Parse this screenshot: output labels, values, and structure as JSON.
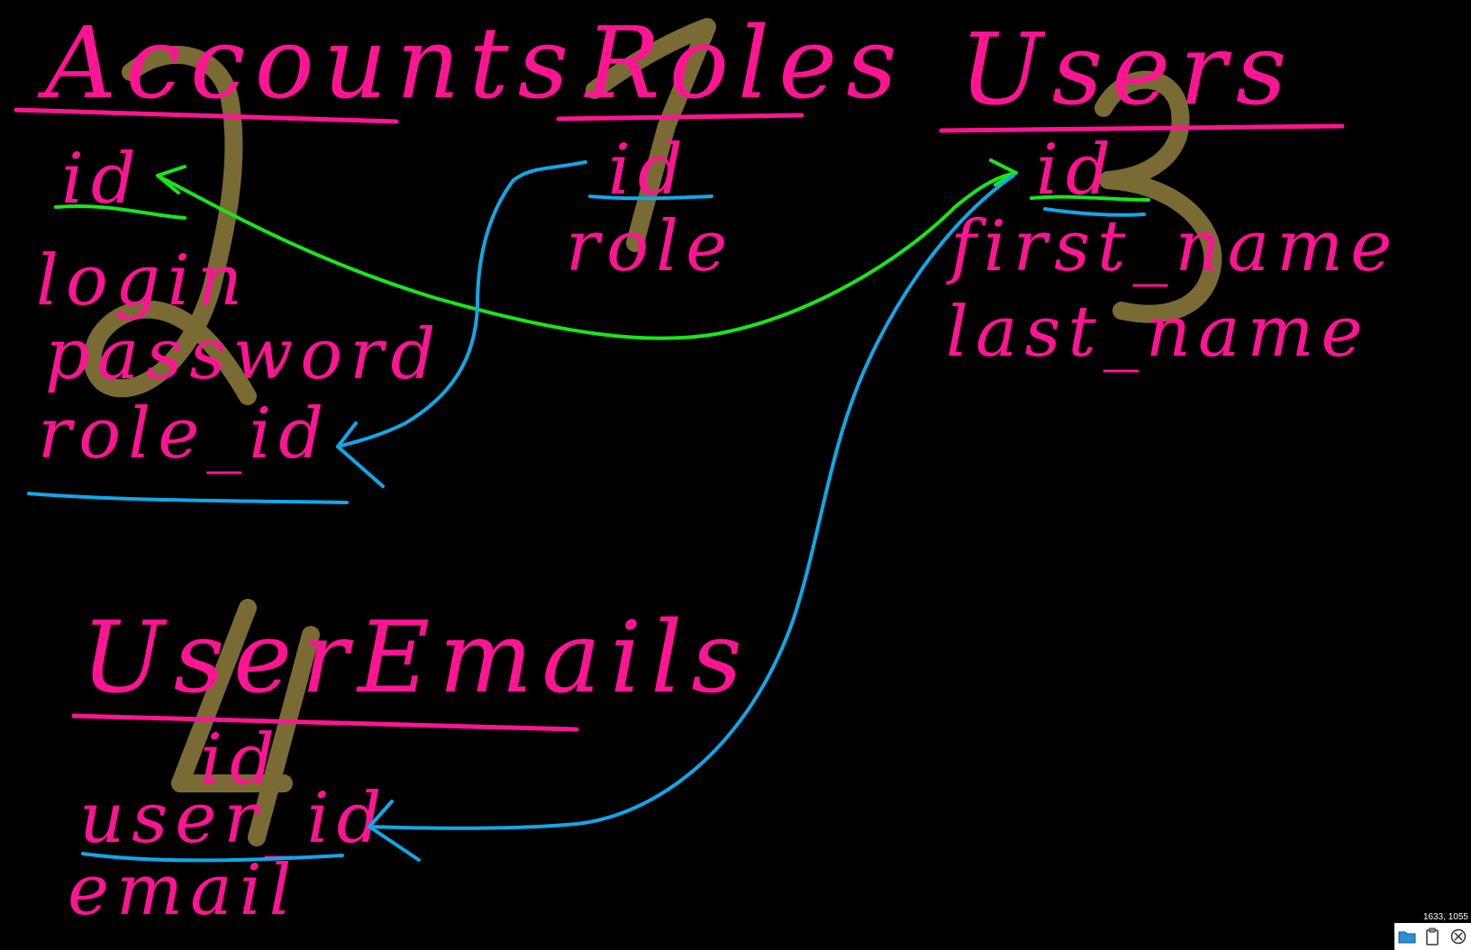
{
  "tables": [
    {
      "key": "accounts",
      "title": "Accounts",
      "order": "2",
      "fields": [
        "id",
        "login",
        "password",
        "role_id"
      ]
    },
    {
      "key": "roles",
      "title": "Roles",
      "order": "1",
      "fields": [
        "id",
        "role"
      ]
    },
    {
      "key": "users",
      "title": "Users",
      "order": "3",
      "fields": [
        "id",
        "first_name",
        "last_name"
      ]
    },
    {
      "key": "useremails",
      "title": "UserEmails",
      "order": "4",
      "fields": [
        "id",
        "user_id",
        "email"
      ]
    }
  ],
  "relations": [
    {
      "from": "Accounts.id",
      "to": "Users.id",
      "color": "#19e619"
    },
    {
      "from": "Roles.id",
      "to": "Accounts.role_id",
      "color": "#10a8e8"
    },
    {
      "from": "Users.id",
      "to": "UserEmails.user_id",
      "color": "#10a8e8"
    }
  ],
  "colors": {
    "background": "#000000",
    "ink": "#ff1493",
    "order_marks": "#7a6b34"
  },
  "status": {
    "coords": "1633, 1055"
  },
  "toolbar": {
    "icons": [
      "folder-icon",
      "clipboard-icon",
      "close-icon"
    ]
  }
}
